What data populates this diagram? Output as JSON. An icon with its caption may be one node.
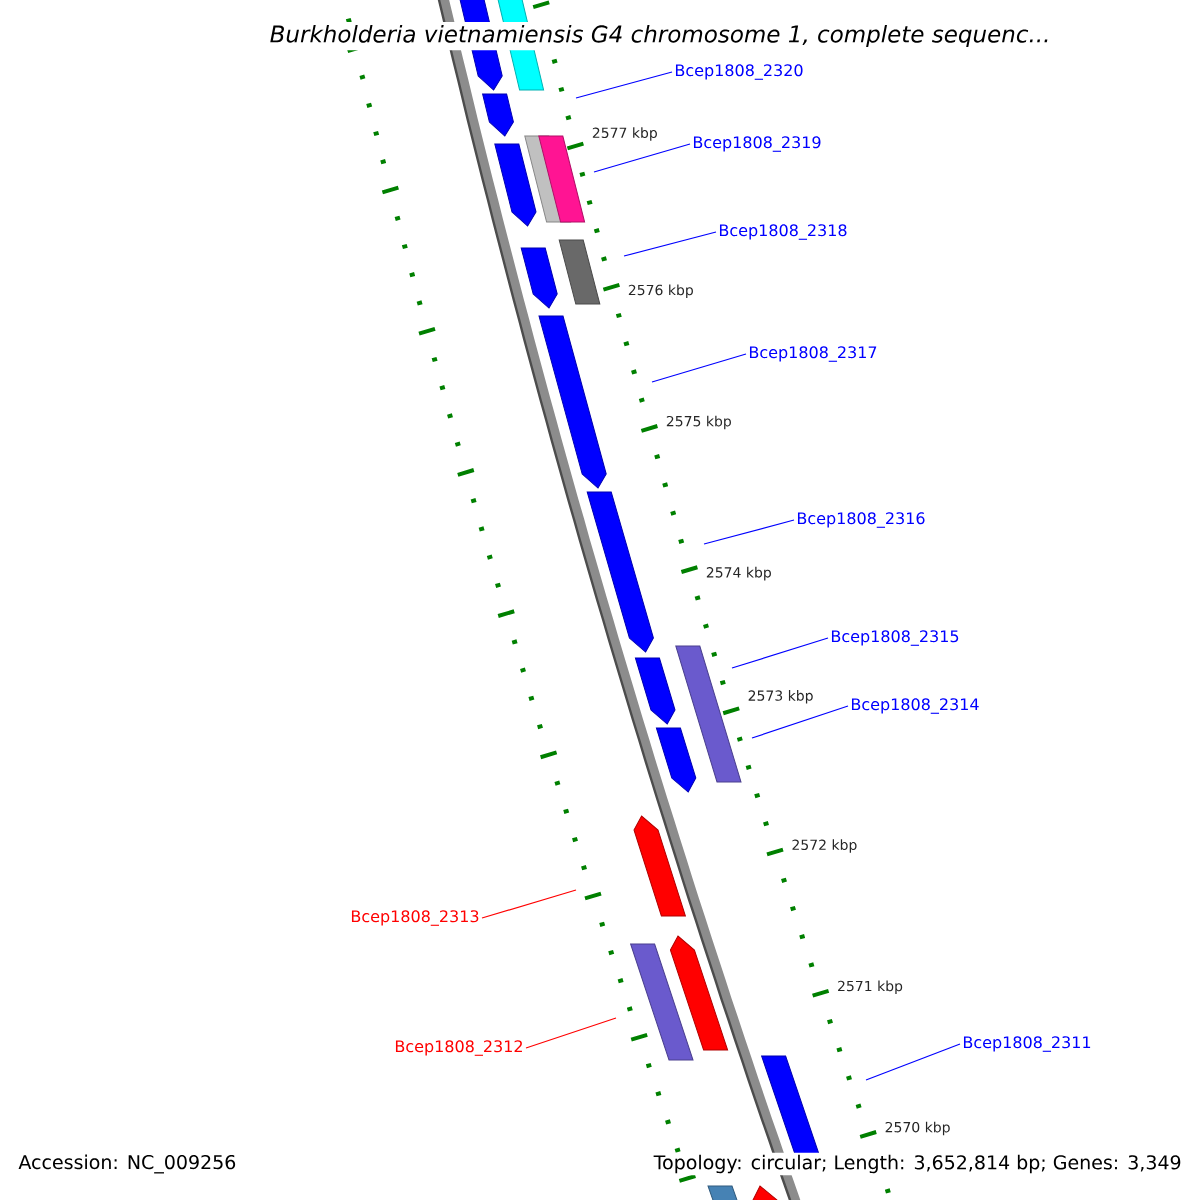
{
  "diagram": {
    "title": "Burkholderia vietnamiensis G4 chromosome 1, complete sequenc...",
    "nodes": [
      {
        "text": [
          "Bcep1808_2320"
        ]
      },
      {
        "text": [
          "Bcep1808_2319"
        ]
      },
      {
        "text": [
          "Bcep1808_2318"
        ]
      },
      {
        "text": [
          "Bcep1808_2317"
        ]
      },
      {
        "text": [
          "Bcep1808_2316"
        ]
      },
      {
        "text": [
          "Bcep1808_2315"
        ]
      },
      {
        "text": [
          "Bcep1808_2314"
        ]
      },
      {
        "text": [
          "Bcep1808_2313"
        ]
      },
      {
        "text": [
          "Bcep1808_2312"
        ]
      },
      {
        "text": [
          "Bcep1808_2311"
        ]
      }
    ],
    "edges": [
      {
        "from": 0,
        "to": null,
        "arrow": "none"
      },
      {
        "from": 1,
        "to": null,
        "arrow": "none"
      },
      {
        "from": 2,
        "to": null,
        "arrow": "none"
      },
      {
        "from": 3,
        "to": null,
        "arrow": "none"
      },
      {
        "from": 4,
        "to": null,
        "arrow": "none"
      },
      {
        "from": 5,
        "to": null,
        "arrow": "none"
      },
      {
        "from": 6,
        "to": null,
        "arrow": "none"
      },
      {
        "from": 7,
        "to": null,
        "arrow": "none",
        "color": "#ff0000"
      },
      {
        "from": 8,
        "to": null,
        "arrow": "none",
        "color": "#ff0000"
      },
      {
        "from": 9,
        "to": null,
        "arrow": "none"
      }
    ],
    "labels": [
      "2577 kbp",
      "2576 kbp",
      "2575 kbp",
      "2574 kbp",
      "2573 kbp",
      "2572 kbp",
      "2571 kbp",
      "2570 kbp",
      "Accession: NC_009256",
      "Topology: circular; Length: 3,652,814 bp; Genes: 3,349"
    ]
  }
}
